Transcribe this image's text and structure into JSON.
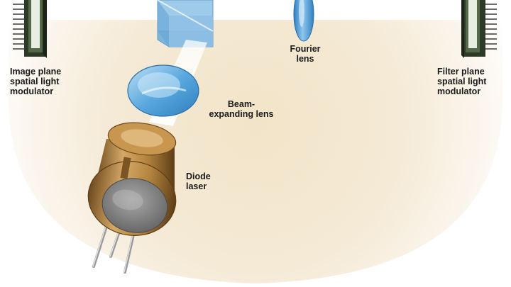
{
  "labels": {
    "image_slm": [
      "Image plane",
      "spatial light",
      "modulator"
    ],
    "filter_slm": [
      "Filter plane",
      "spatial light",
      "modulator"
    ],
    "fourier_lens": [
      "Fourier",
      "lens"
    ],
    "beam_lens": [
      "Beam-",
      "expanding lens"
    ],
    "diode_laser": [
      "Diode",
      "laser"
    ]
  },
  "colors": {
    "glow": "#f2e4c8",
    "glass": "#7fb4dd",
    "lens": "#4d9fd8",
    "can_gold": "#b98a48",
    "can_face": "#8f8f8f",
    "modulator": "#2c3a27"
  }
}
